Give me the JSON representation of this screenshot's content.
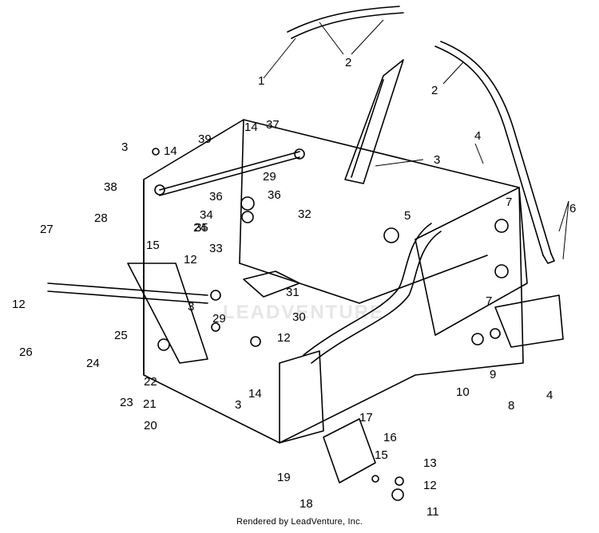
{
  "labels": [
    "1",
    "2",
    "2",
    "3",
    "3",
    "3",
    "3",
    "4",
    "4",
    "5",
    "6",
    "7",
    "7",
    "8",
    "9",
    "10",
    "11",
    "12",
    "12",
    "12",
    "12",
    "13",
    "14",
    "14",
    "14",
    "15",
    "15",
    "16",
    "17",
    "18",
    "19",
    "20",
    "21",
    "22",
    "23",
    "24",
    "24",
    "25",
    "26",
    "27",
    "28",
    "29",
    "29",
    "30",
    "31",
    "32",
    "33",
    "34",
    "35",
    "36",
    "36",
    "37",
    "38",
    "39"
  ],
  "watermark": "LEADVENTURE",
  "footer": "Rendered by LeadVenture, Inc."
}
